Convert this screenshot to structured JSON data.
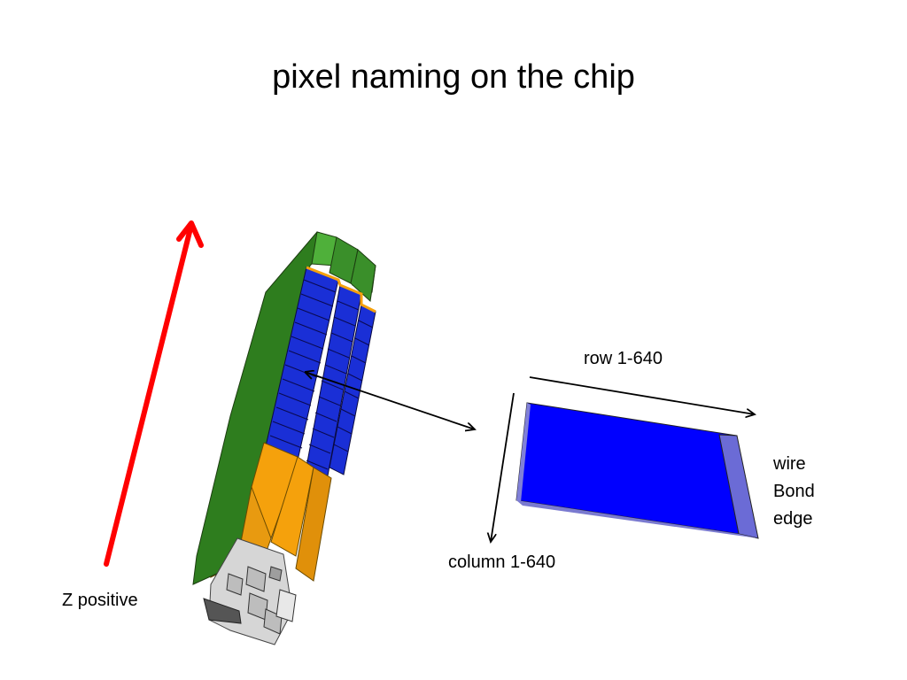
{
  "title": "pixel naming on the chip",
  "labels": {
    "z_positive": "Z positive",
    "row": "row 1-640",
    "column": "column 1-640",
    "wire_bond_edge": [
      "wire",
      "Bond",
      "edge"
    ]
  },
  "colors": {
    "z_arrow": "#ff0000",
    "chip": "#0000ff",
    "wire_bond_strip": "#6b6bd6",
    "module_green": "#2e7d1e",
    "module_orange": "#f5a10c",
    "arrows": "#000000"
  }
}
